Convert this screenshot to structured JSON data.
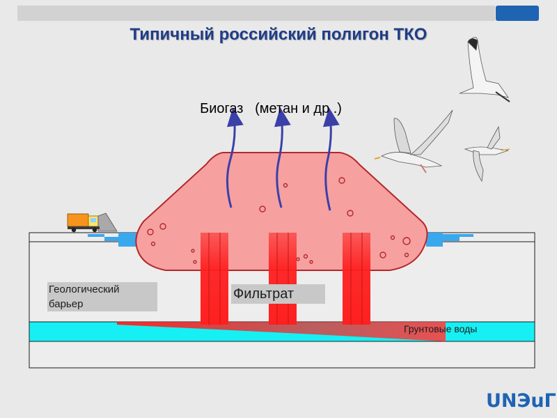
{
  "slide": {
    "title": "Типичный российский полигон ТКО",
    "logo": "UNЭuГ"
  },
  "labels": {
    "biogas_word": "Биогаз",
    "biogas_detail": "(метан и др .)",
    "geological_barrier_line1": "Геологический",
    "geological_barrier_line2": "барьер",
    "leachate": "Фильтрат",
    "groundwater": "Грунтовые воды"
  },
  "colors": {
    "landfill_fill": "#f6a0a0",
    "landfill_stroke": "#b4272a",
    "leachate_red": "#ff1f1f",
    "groundwater_cyan": "#16f0f4",
    "barrier_blue": "#3aa8ec",
    "arrow_blue": "#3b3fa8",
    "title_blue": "#1f3c88",
    "accent_blue": "#1f63b3"
  },
  "icons": [
    "truck-icon",
    "seagull-icon"
  ]
}
